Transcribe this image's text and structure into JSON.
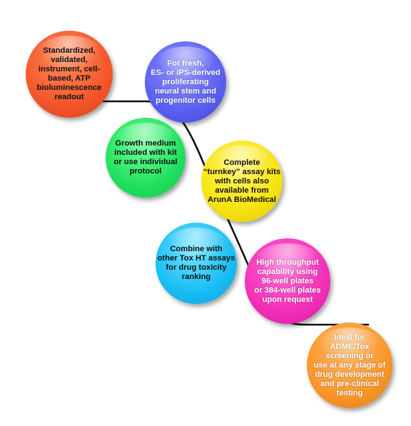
{
  "diagram": {
    "bubbles": [
      {
        "id": "b1",
        "lines": [
          "Standardized,",
          "validated,",
          "instrument, cell-",
          "based, ATP",
          "bioluminescence",
          "readout"
        ],
        "color": "#f4562a",
        "text_color": "#111111"
      },
      {
        "id": "b2",
        "lines": [
          "For fresh,",
          "ES- or iPS-derived",
          "proliferating",
          "neural stem and",
          "progenitor cells"
        ],
        "color": "#5b5ff0",
        "text_color": "#ffffff"
      },
      {
        "id": "b3",
        "lines": [
          "Growth medium",
          "included with kit",
          "or use individual",
          "protocol"
        ],
        "color": "#20e05e",
        "text_color": "#111111"
      },
      {
        "id": "b4",
        "lines": [
          "Complete",
          "“turnkey” assay kits",
          "with cells also",
          "available from",
          "ArunA BioMedical"
        ],
        "color": "#f7e310",
        "text_color": "#111111"
      },
      {
        "id": "b5",
        "lines": [
          "Combine with",
          "other Tox HT assays",
          "for drug toxicity",
          "ranking"
        ],
        "color": "#18bdf5",
        "text_color": "#111111"
      },
      {
        "id": "b6",
        "lines": [
          "High throughput",
          "capability using",
          "96-well plates",
          "or 384-well plates",
          "upon request"
        ],
        "color": "#f22fb8",
        "text_color": "#ffffff"
      },
      {
        "id": "b7",
        "lines": [
          "Ideal for",
          "ADME/Tox",
          "screening or",
          "use at any stage of",
          "drug development",
          "and pre-clinical",
          "testing"
        ],
        "color": "#f9962a",
        "text_color": "#ffffff"
      }
    ],
    "curve_color": "#111111"
  }
}
